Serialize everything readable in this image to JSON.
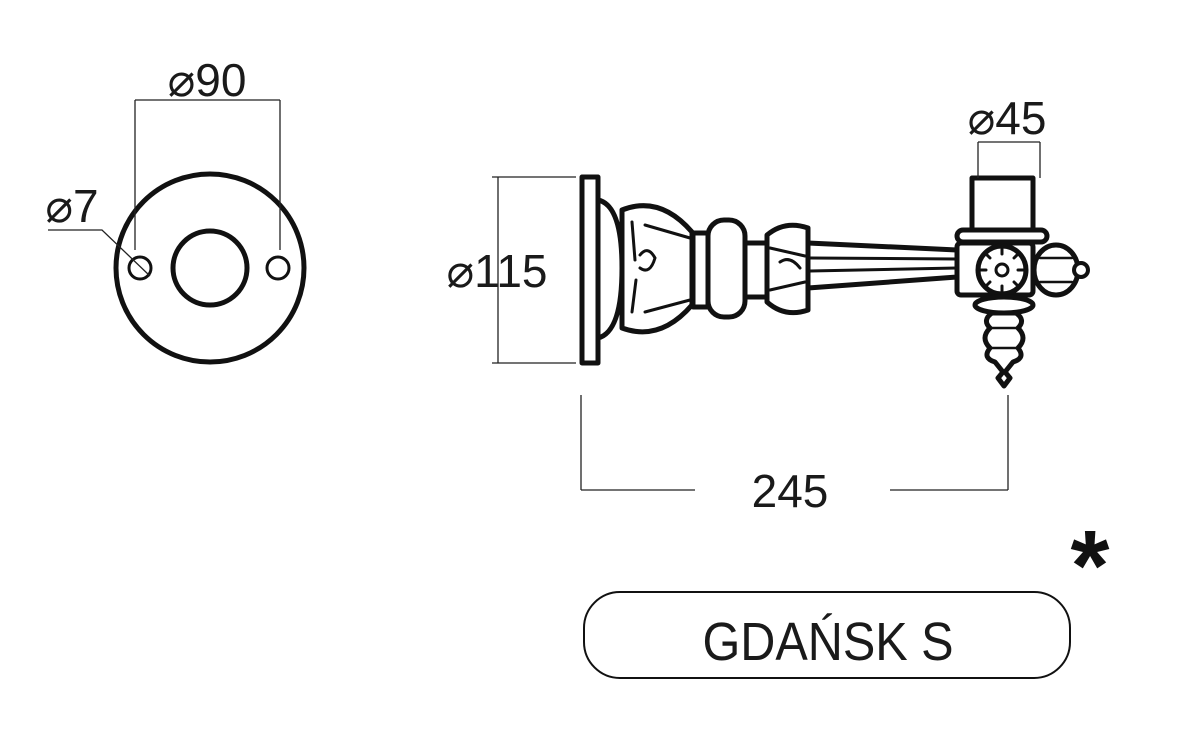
{
  "drawing": {
    "front_view": {
      "outer_diameter": "⌀90",
      "hole_diameter": "⌀7"
    },
    "side_view": {
      "plate_diameter": "⌀115",
      "spout_diameter": "⌀45",
      "projection_length": "245"
    },
    "product_name": "GDAŃSK S",
    "marker": "*"
  }
}
